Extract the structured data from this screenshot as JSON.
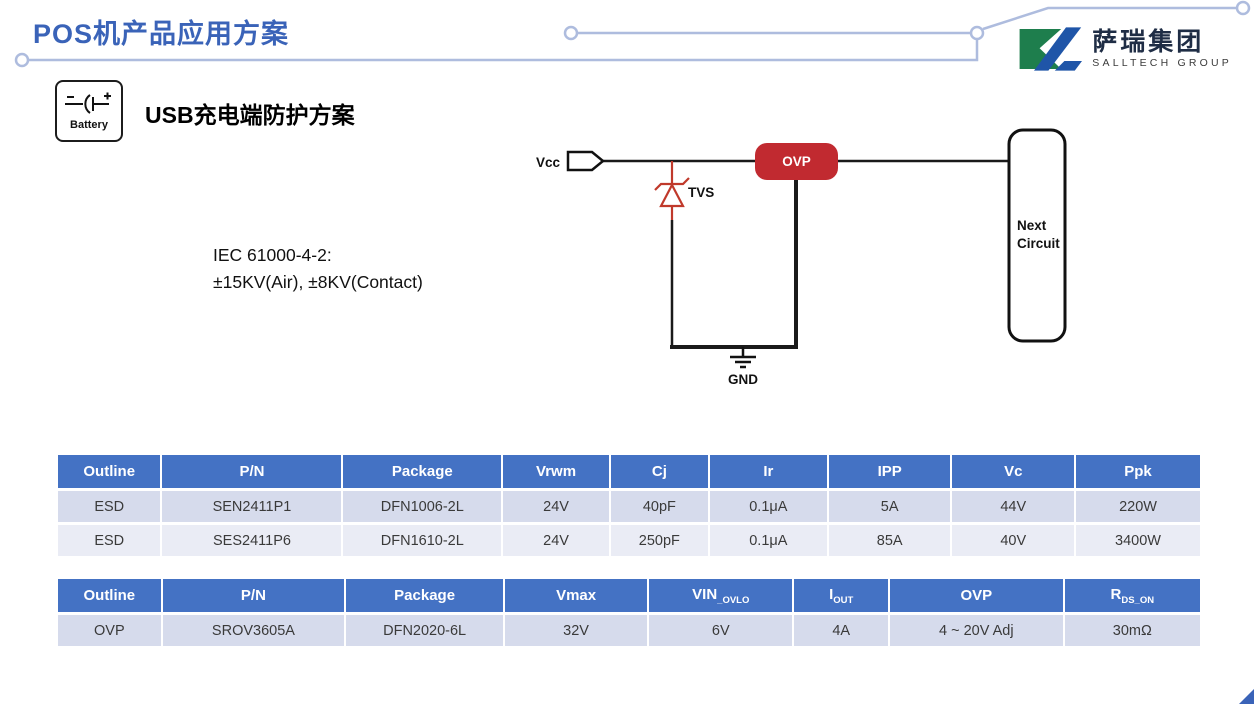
{
  "page": {
    "title": "POS机产品应用方案"
  },
  "logo": {
    "name_cn": "萨瑞集团",
    "name_en": "SALLTECH GROUP",
    "mark_green": "#1e7e4d",
    "mark_blue": "#1f55a8"
  },
  "section": {
    "battery_label": "Battery",
    "heading_en": "USB",
    "heading_cn": "充电端防护方案",
    "iec_line1": "IEC 61000-4-2:",
    "iec_line2": "±15KV(Air), ±8KV(Contact)"
  },
  "circuit": {
    "vcc_label": "Vcc",
    "tvs_label": "TVS",
    "ovp_label": "OVP",
    "gnd_label": "GND",
    "next_circuit_line1": "Next",
    "next_circuit_line2": "Circuit",
    "ovp_box_color": "#c12a30",
    "tvs_color": "#c0392b",
    "wire_color": "#1a1a1a"
  },
  "colors": {
    "title_blue": "#3a63b8",
    "table_header_blue": "#4472c4",
    "row_band_dark": "#d6dbec",
    "row_band_light": "#eaecf5",
    "deco_trace": "#aebcde"
  },
  "tables": [
    {
      "name": "esd-spec-table",
      "col_widths": [
        9.1,
        15.9,
        14.0,
        9.4,
        8.6,
        10.4,
        10.8,
        10.8,
        11.0
      ],
      "headers": [
        "Outline",
        "P/N",
        "Package",
        "Vrwm",
        "Cj",
        "Ir",
        "IPP",
        "Vc",
        "Ppk"
      ],
      "rows": [
        [
          "ESD",
          "SEN2411P1",
          "DFN1006-2L",
          "24V",
          "40pF",
          "0.1μA",
          "5A",
          "44V",
          "220W"
        ],
        [
          "ESD",
          "SES2411P6",
          "DFN1610-2L",
          "24V",
          "250pF",
          "0.1μA",
          "85A",
          "40V",
          "3400W"
        ]
      ]
    },
    {
      "name": "ovp-spec-table",
      "col_widths": [
        9.1,
        16.1,
        13.9,
        12.6,
        12.7,
        8.3,
        15.3,
        12.0
      ],
      "headers": [
        "Outline",
        "P/N",
        "Package",
        "Vmax",
        "VIN|_OVLO",
        "I|OUT",
        "OVP",
        "R|DS_ON"
      ],
      "rows": [
        [
          "OVP",
          "SROV3605A",
          "DFN2020-6L",
          "32V",
          "6V",
          "4A",
          "4 ~ 20V Adj",
          "30mΩ"
        ]
      ]
    }
  ]
}
